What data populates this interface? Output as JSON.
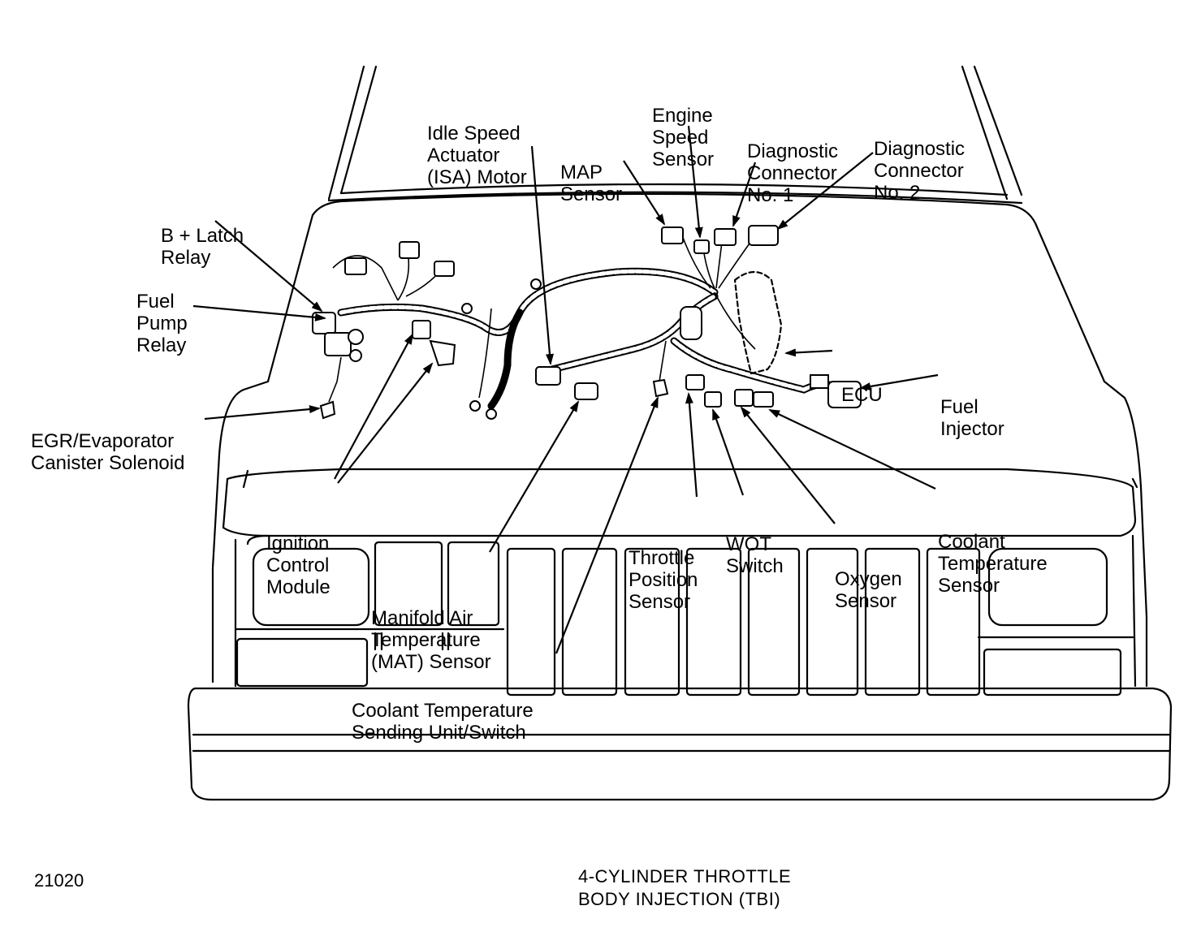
{
  "labels": {
    "idle_speed": [
      "Idle Speed",
      "Actuator",
      "(ISA) Motor"
    ],
    "engine_speed": [
      "Engine",
      "Speed",
      "Sensor"
    ],
    "diag1": [
      "Diagnostic",
      "Connector",
      "No. 1"
    ],
    "diag2": [
      "Diagnostic",
      "Connector",
      "No. 2"
    ],
    "map": [
      "MAP",
      "Sensor"
    ],
    "b_latch": [
      "B + Latch",
      "Relay"
    ],
    "fuel_pump": [
      "Fuel",
      "Pump",
      "Relay"
    ],
    "egr": [
      "EGR/Evaporator",
      "Canister Solenoid"
    ],
    "ecu": [
      "ECU"
    ],
    "fuel_injector": [
      "Fuel",
      "Injector"
    ],
    "ignition": [
      "Ignition",
      "Control",
      "Module"
    ],
    "throttle": [
      "Throttle",
      "Position",
      "Sensor"
    ],
    "wot": [
      "WOT",
      "Switch"
    ],
    "oxygen": [
      "Oxygen",
      "Sensor"
    ],
    "coolant_sensor": [
      "Coolant",
      "Temperature",
      "Sensor"
    ],
    "mat": [
      "Manifold Air",
      "Temperature",
      "(MAT) Sensor"
    ],
    "coolant_sending": [
      "Coolant Temperature",
      "Sending Unit/Switch"
    ]
  },
  "caption": [
    "4-CYLINDER THROTTLE",
    "BODY INJECTION (TBI)"
  ],
  "figure_number": "21020"
}
